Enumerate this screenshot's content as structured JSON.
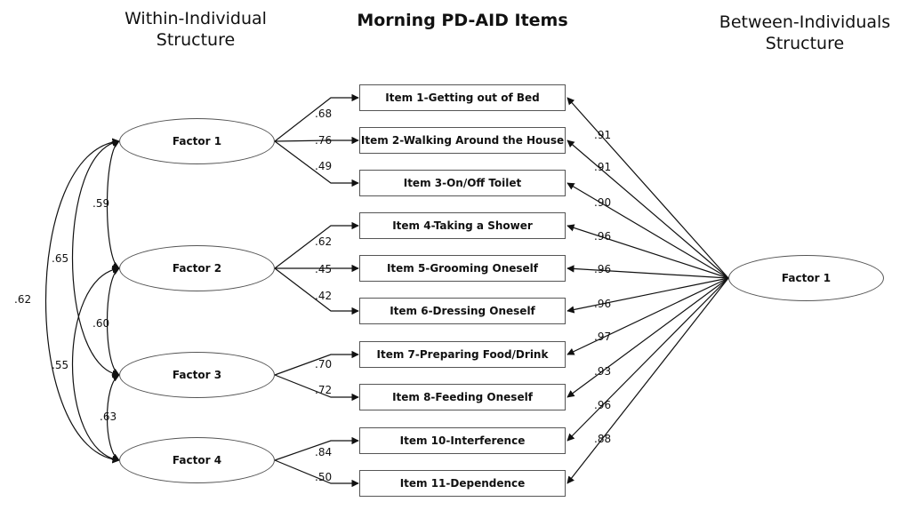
{
  "headers": {
    "left": "Within-Individual Structure",
    "center": "Morning PD-AID Items",
    "right": "Between-Individuals Structure"
  },
  "within_factors": [
    "Factor 1",
    "Factor 2",
    "Factor 3",
    "Factor 4"
  ],
  "between_factor": "Factor 1",
  "items": [
    "Item 1-Getting out of Bed",
    "Item 2-Walking Around the House",
    "Item 3-On/Off Toilet",
    "Item 4-Taking a Shower",
    "Item 5-Grooming Oneself",
    "Item 6-Dressing Oneself",
    "Item 7-Preparing Food/Drink",
    "Item 8-Feeding Oneself",
    "Item 10-Interference",
    "Item 11-Dependence"
  ],
  "within_loadings": [
    {
      "factor": 0,
      "item": 0,
      "value": ".68"
    },
    {
      "factor": 0,
      "item": 1,
      "value": ".76"
    },
    {
      "factor": 0,
      "item": 2,
      "value": ".49"
    },
    {
      "factor": 1,
      "item": 3,
      "value": ".62"
    },
    {
      "factor": 1,
      "item": 4,
      "value": ".45"
    },
    {
      "factor": 1,
      "item": 5,
      "value": ".42"
    },
    {
      "factor": 2,
      "item": 6,
      "value": ".70"
    },
    {
      "factor": 2,
      "item": 7,
      "value": ".72"
    },
    {
      "factor": 3,
      "item": 8,
      "value": ".84"
    },
    {
      "factor": 3,
      "item": 9,
      "value": ".50"
    }
  ],
  "between_loadings": [
    ".91",
    ".91",
    ".90",
    ".96",
    ".96",
    ".96",
    ".97",
    ".93",
    ".96",
    ".88"
  ],
  "correlations": [
    {
      "from": 0,
      "to": 1,
      "value": ".59"
    },
    {
      "from": 1,
      "to": 2,
      "value": ".60"
    },
    {
      "from": 2,
      "to": 3,
      "value": ".63"
    },
    {
      "from": 0,
      "to": 2,
      "value": ".65"
    },
    {
      "from": 1,
      "to": 3,
      "value": ".55"
    },
    {
      "from": 0,
      "to": 3,
      "value": ".62"
    }
  ]
}
